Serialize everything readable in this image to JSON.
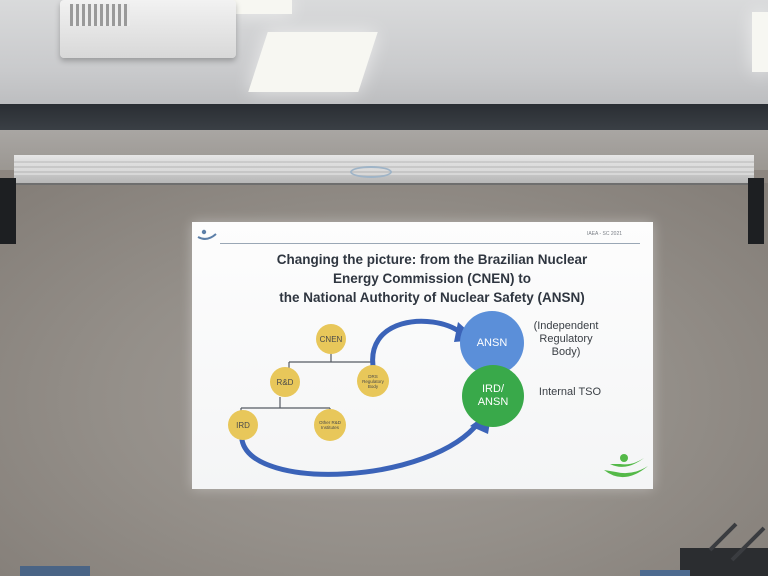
{
  "slide": {
    "header_tag": "IAEA - SC 2021",
    "title_lines": [
      "Changing the picture: from the Brazilian Nuclear",
      "Energy Commission (CNEN) to",
      "the National Authority of Nuclear Safety (ANSN)"
    ],
    "nodes": {
      "cnen": "CNEN",
      "rd": "R&D",
      "drs_line1": "DRS",
      "drs_line2": "Regulatory",
      "drs_line3": "Body",
      "ird": "IRD",
      "other_line1": "Other R&D",
      "other_line2": "Institutes"
    },
    "ansn": "ANSN",
    "ird_ansn_line1": "IRD/",
    "ird_ansn_line2": "ANSN",
    "label_independent": [
      "(Independent",
      "Regulatory",
      "Body)"
    ],
    "label_tso": "Internal TSO"
  },
  "colors": {
    "node_yellow": "#e8c75a",
    "ansn_blue": "#5b8fd9",
    "ird_green": "#39a94a",
    "arrow_blue": "#3b63b8",
    "logo_green": "#54b948"
  }
}
